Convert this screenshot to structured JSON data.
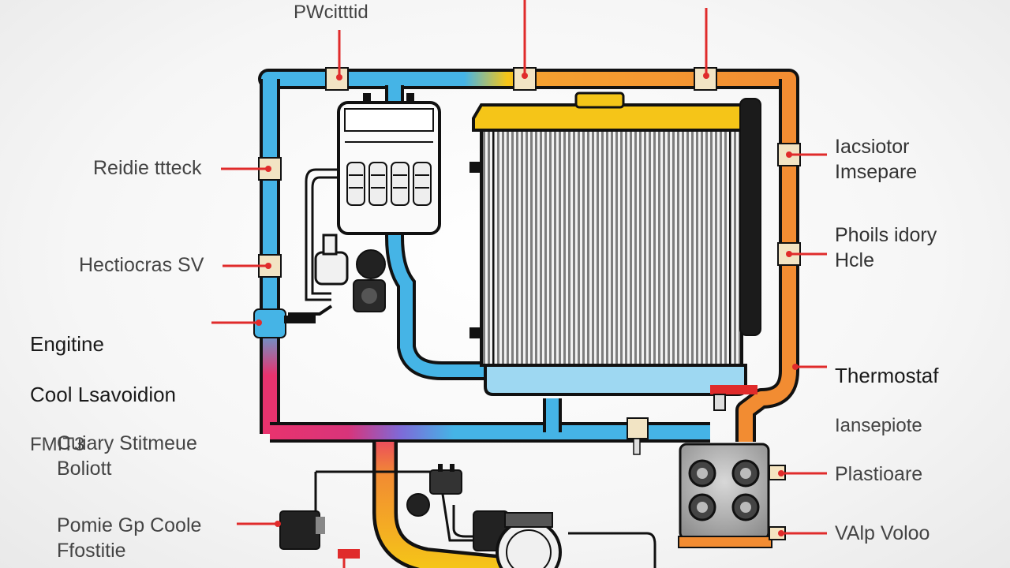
{
  "labels": {
    "top_center": "PWcitttid",
    "left_1": "Reidie ttteck",
    "left_2": "Hectiocras SV",
    "engine_line1": "Engitine",
    "engine_line2": "Cool Lsavoidion",
    "engine_line3": "FMIT3",
    "left_4": "Cuiary Stitmeue\nBoliott",
    "left_5": "Pomie Gp Coole\nFfostitie",
    "right_1": "Iacsiotor\nImsepare",
    "right_2": "Phoils idory\nHcle",
    "right_3_line1": "Thermostaf",
    "right_3_line2": "Iansepiote",
    "right_4": "Plastioare",
    "right_5": "VAlp Voloo"
  },
  "colors": {
    "cold_pipe": "#45b4e6",
    "warm_pipe": "#f28c32",
    "hot_pipe": "#e8336e",
    "radiator_tank": "#f5c518",
    "leader_line": "#e02b2b",
    "outline": "#111111"
  }
}
